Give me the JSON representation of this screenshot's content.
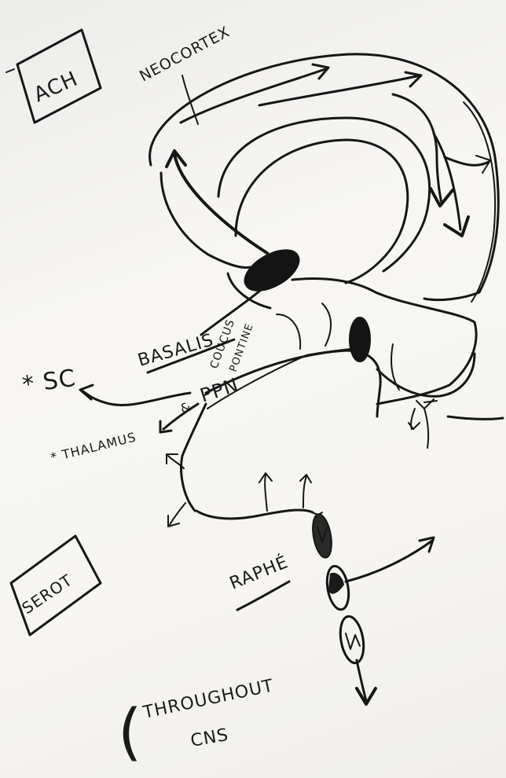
{
  "labels": {
    "ach_box": "ACH",
    "neocortex": "NEOCORTEX",
    "basalis": "BASALIS",
    "coeruleus": "COUCUS",
    "pontine": "PONTINE",
    "ppn": "PPN",
    "sc": "* SC",
    "thalamus": "* THALAMUS",
    "thalamus_suffix": "&",
    "serot_box": "SEROT",
    "raphe": "RAPHÉ",
    "throughout": "THROUGHOUT",
    "cns": "CNS",
    "paren": "("
  },
  "colors": {
    "ink": "#161616",
    "paper": "#f4f3f0"
  }
}
